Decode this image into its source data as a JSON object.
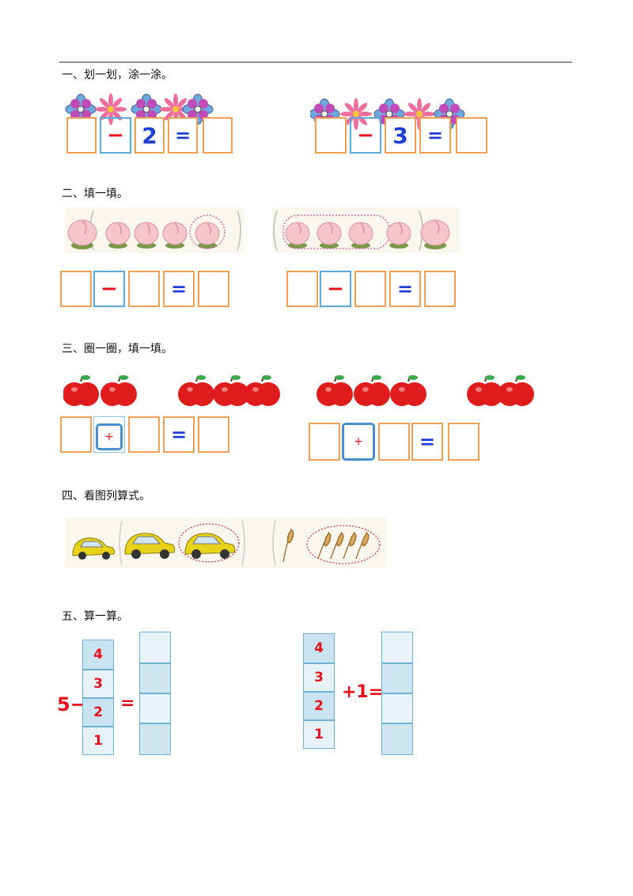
{
  "sections": [
    {
      "heading": "一、划一划，涂一涂。"
    },
    {
      "heading": "二、填一填。"
    },
    {
      "heading": "三、圈一圈，填一填。"
    },
    {
      "heading": "四、看图列算式。"
    },
    {
      "heading": "五、算一算。"
    }
  ],
  "q1": {
    "left": {
      "op": "−",
      "num": "2",
      "eq": "="
    },
    "right": {
      "op": "−",
      "num": "3",
      "eq": "="
    }
  },
  "q2": {
    "left": {
      "op": "−",
      "eq": "="
    },
    "right": {
      "op": "−",
      "eq": "="
    }
  },
  "q3": {
    "left": {
      "op": "+",
      "eq": "="
    },
    "right": {
      "op": "+",
      "eq": "="
    }
  },
  "q5": {
    "left": {
      "prefix": "5−",
      "eq": "=",
      "column": [
        "4",
        "3",
        "2",
        "1"
      ]
    },
    "right": {
      "suffix": "+1=",
      "column": [
        "4",
        "3",
        "2",
        "1"
      ]
    }
  },
  "colors": {
    "answer_box": "#f0a055",
    "operator_box": "#5aa9d6",
    "red": "#e8111d",
    "blue": "#1f3ed6",
    "apple": "#e01b1b",
    "peach": "#f7c6cc",
    "car": "#e8d21a"
  }
}
